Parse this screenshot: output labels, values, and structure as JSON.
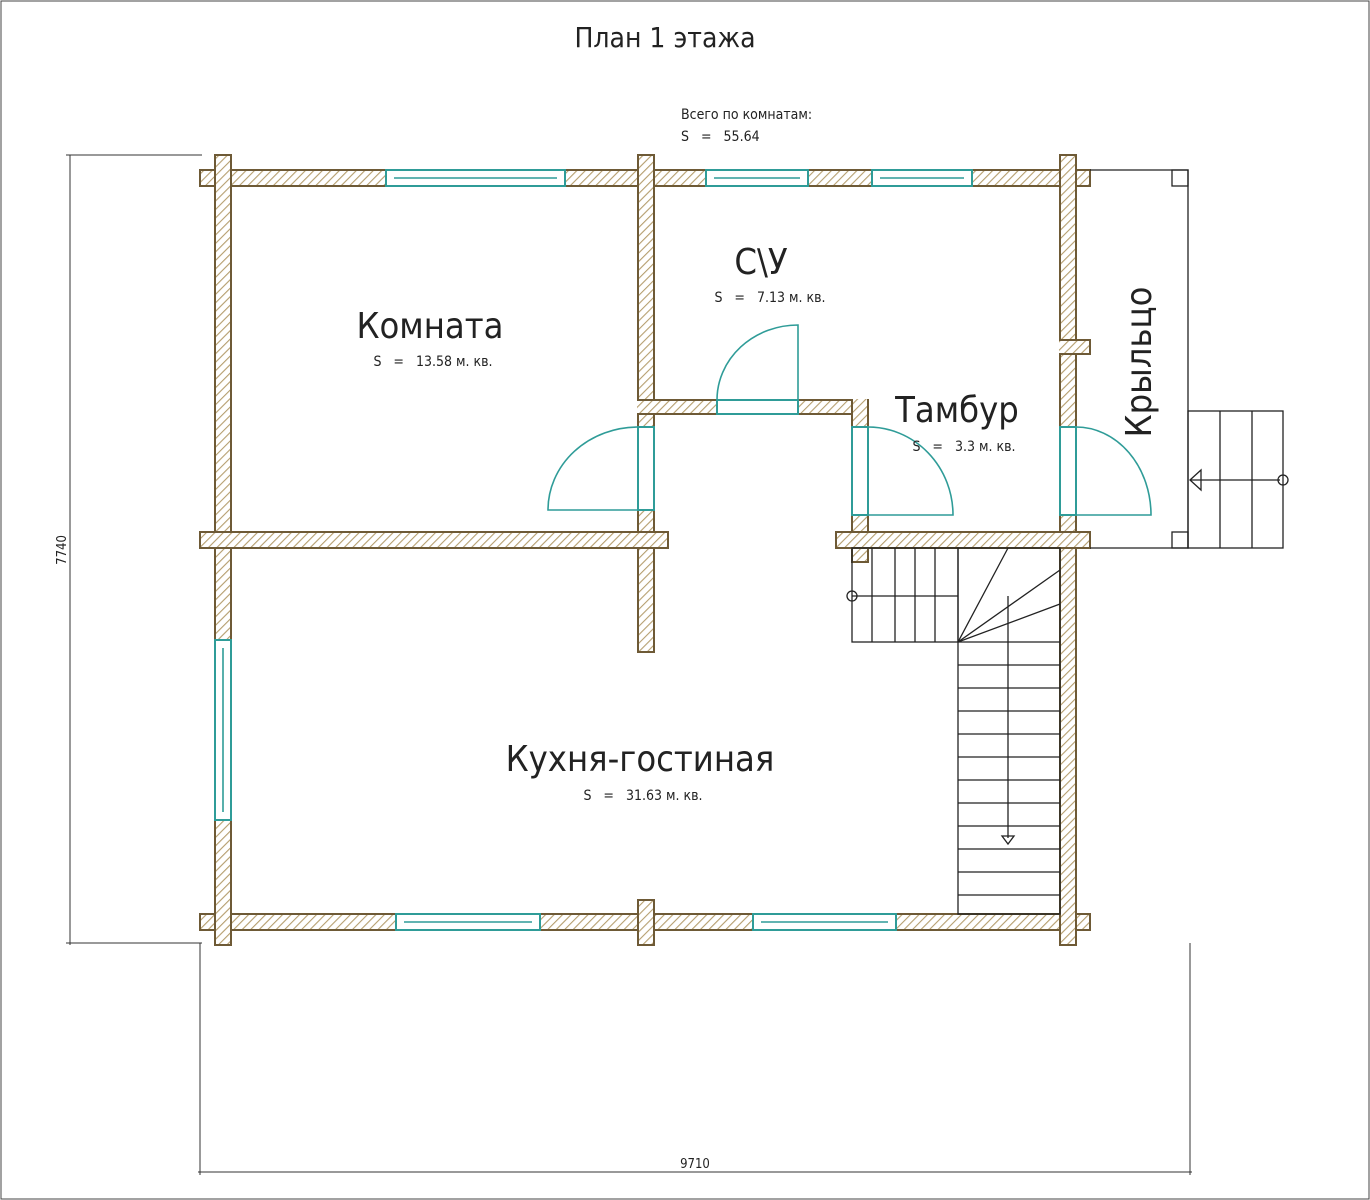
{
  "title": "План 1 этажа",
  "total": {
    "label": "Всего по комнатам:",
    "area": "S   =   55.64"
  },
  "rooms": [
    {
      "name": "Комната",
      "area": "S   =   13.58 м. кв."
    },
    {
      "name": "С\\У",
      "area": "S   =   7.13 м. кв."
    },
    {
      "name": "Тамбур",
      "area": "S   =   3.3 м. кв."
    },
    {
      "name": "Кухня-гостиная",
      "area": "S   =   31.63 м. кв."
    }
  ],
  "porch": "Крыльцо",
  "dimensions": {
    "height": "7740",
    "width": "9710"
  },
  "colors": {
    "wall": "#6e5a36",
    "hatch": "#b59e6e",
    "window": "#2f9c98"
  }
}
